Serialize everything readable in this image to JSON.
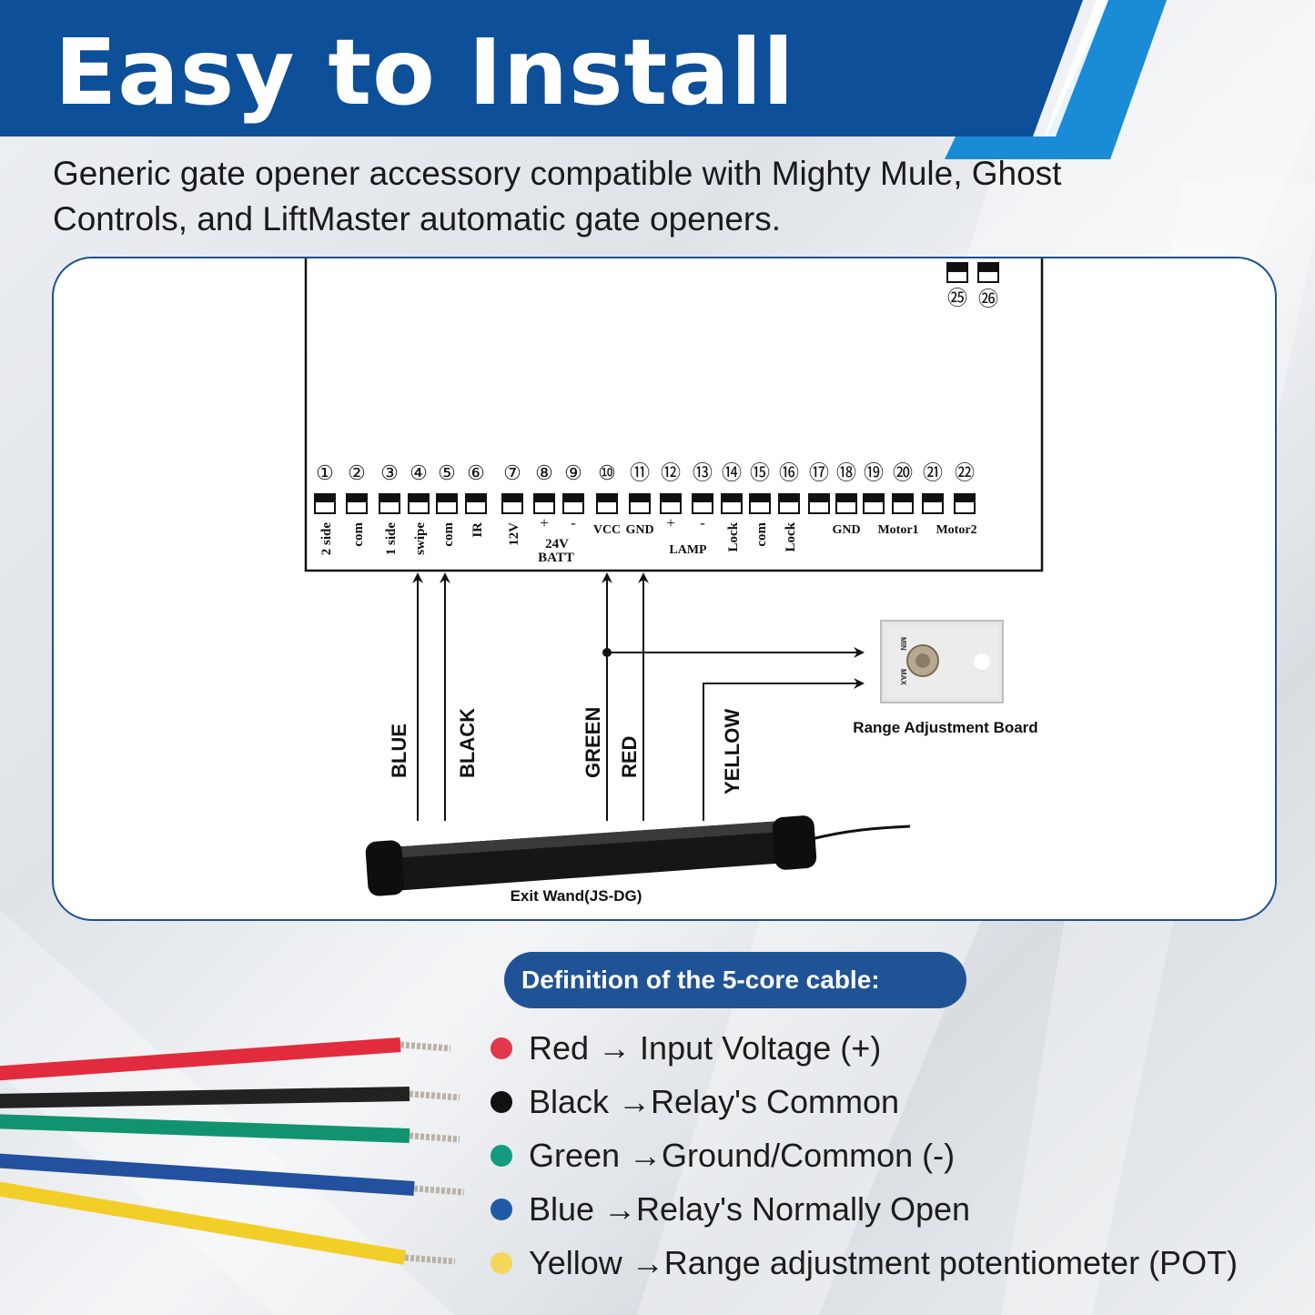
{
  "header": {
    "title": "Easy to Install",
    "subtitle": "Generic gate opener accessory compatible with Mighty Mule, Ghost Controls, and LiftMaster automatic gate openers.",
    "banner_color": "#0d4f98",
    "accent_color": "#1a8bd6"
  },
  "diagram": {
    "terminals": [
      {
        "num": "①",
        "label": "2 side"
      },
      {
        "num": "②",
        "label": "com"
      },
      {
        "num": "③",
        "label": "1 side"
      },
      {
        "num": "④",
        "label": "swipe"
      },
      {
        "num": "⑤",
        "label": "com"
      },
      {
        "num": "⑥",
        "label": "IR"
      },
      {
        "num": "⑦",
        "label": "12V"
      },
      {
        "num": "⑧",
        "label": "+"
      },
      {
        "num": "⑨",
        "label": "-"
      },
      {
        "num": "⑩",
        "label": "VCC"
      },
      {
        "num": "⑪",
        "label": "GND"
      },
      {
        "num": "⑫",
        "label": "+"
      },
      {
        "num": "⑬",
        "label": "-"
      },
      {
        "num": "⑭",
        "label": "Lock"
      },
      {
        "num": "⑮",
        "label": "com"
      },
      {
        "num": "⑯",
        "label": "Lock"
      },
      {
        "num": "⑰",
        "label": ""
      },
      {
        "num": "⑱",
        "label": "GND"
      },
      {
        "num": "⑲",
        "label": ""
      },
      {
        "num": "⑳",
        "label": "Motor1"
      },
      {
        "num": "㉑",
        "label": ""
      },
      {
        "num": "㉒",
        "label": "Motor2"
      }
    ],
    "top_terminals": [
      "㉕",
      "㉖"
    ],
    "group_labels": {
      "batt_volt": "24V",
      "batt": "BATT",
      "lamp": "LAMP"
    },
    "wire_labels": {
      "blue": "BLUE",
      "black": "BLACK",
      "green": "GREEN",
      "red": "RED",
      "yellow": "YELLOW"
    },
    "board_caption": "Range Adjustment Board",
    "board_min": "MIN",
    "board_max": "MAX",
    "wand_caption": "Exit Wand(JS-DG)"
  },
  "definition": {
    "heading": "Definition of the 5-core cable:",
    "items": [
      {
        "color_name": "Red",
        "text": "Red → Input Voltage (+)",
        "color": "#e0394a"
      },
      {
        "color_name": "Black",
        "text": "Black →Relay's Common",
        "color": "#111111"
      },
      {
        "color_name": "Green",
        "text": "Green →Ground/Common (-)",
        "color": "#139b7d"
      },
      {
        "color_name": "Blue",
        "text": "Blue →Relay's Normally Open",
        "color": "#1f5aa6"
      },
      {
        "color_name": "Yellow",
        "text": "Yellow →Range adjustment potentiometer (POT)",
        "color": "#f3d65a"
      }
    ]
  },
  "cable_colors": [
    "#e22b3c",
    "#222222",
    "#12936f",
    "#23509f",
    "#f2cf28"
  ]
}
